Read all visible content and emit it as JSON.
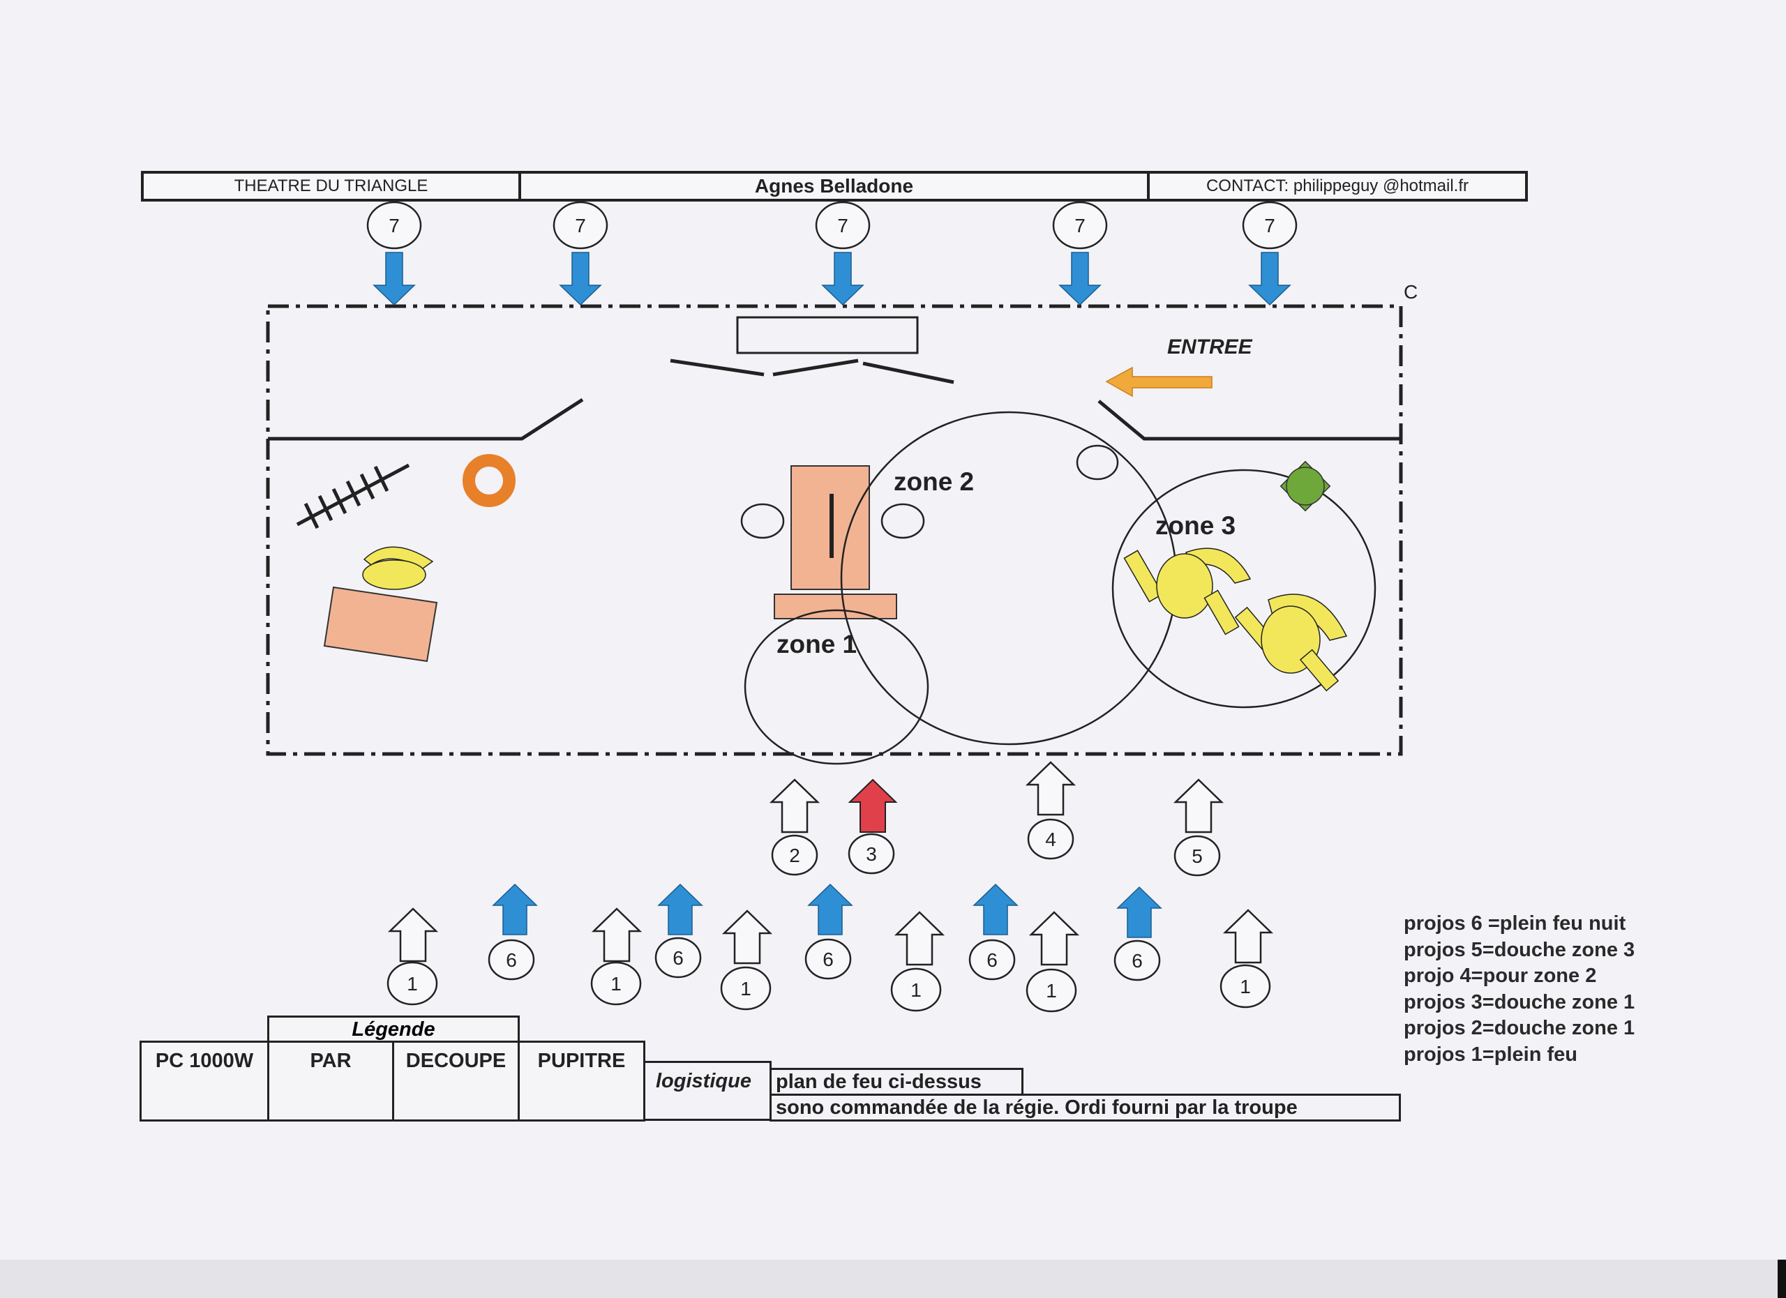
{
  "header": {
    "left": "THEATRE DU TRIANGLE",
    "center": "Agnes Belladone",
    "right": "CONTACT: philippeguy @hotmail.fr"
  },
  "stage": {
    "corner_label": "C",
    "entrance_label": "ENTREE",
    "zones": [
      "zone 1",
      "zone 2",
      "zone 3"
    ]
  },
  "projectors": {
    "contre": [
      "7",
      "7",
      "7",
      "7",
      "7"
    ],
    "face": [
      "2",
      "3",
      "4",
      "5"
    ],
    "row_six": [
      "6",
      "6",
      "6",
      "6",
      "6"
    ],
    "row_one": [
      "1",
      "1",
      "1",
      "1",
      "1",
      "1"
    ]
  },
  "notes": [
    "projos 6 =plein feu nuit",
    "projos 5=douche zone 3",
    "projo 4=pour zone 2",
    "projos 3=douche zone 1",
    "projos 2=douche zone 1",
    "projos 1=plein feu"
  ],
  "legend": {
    "title": "Légende",
    "items": [
      "PC 1000W",
      "PAR",
      "DECOUPE",
      "PUPITRE"
    ],
    "logistics_label": "logistique",
    "logistics": [
      "plan de feu ci-dessus",
      "sono commandée de la régie. Ordi fourni par la troupe"
    ]
  },
  "colors": {
    "blue_projector": "#2f8fd4",
    "red_projector": "#e0404a",
    "entrance_arrow": "#f2a93b",
    "furniture": "#f2b393",
    "seat": "#f2e75a",
    "ring": "#e8802a",
    "plant": "#6fa83a"
  }
}
